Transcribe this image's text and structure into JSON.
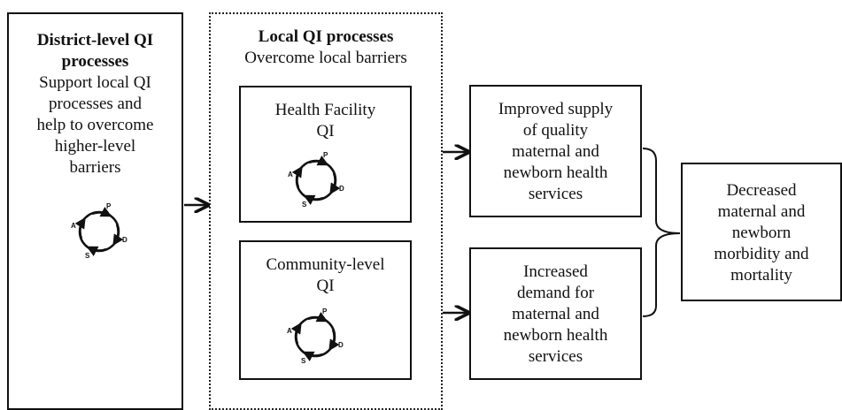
{
  "district": {
    "title": [
      "District-level QI",
      "processes"
    ],
    "text": [
      "Support local QI",
      "processes and",
      "help to overcome",
      "higher-level",
      "barriers"
    ]
  },
  "local": {
    "title": "Local QI processes",
    "subtitle": "Overcome local barriers",
    "facility": [
      "Health Facility",
      "QI"
    ],
    "community": [
      "Community-level",
      "QI"
    ]
  },
  "outcomes": {
    "supply": [
      "Improved supply",
      "of quality",
      "maternal and",
      "newborn health",
      "services"
    ],
    "demand": [
      "Increased",
      "demand for",
      "maternal and",
      "newborn health",
      "services"
    ],
    "final": [
      "Decreased",
      "maternal and",
      "newborn",
      "morbidity and",
      "mortality"
    ]
  },
  "pdsa_cycle": {
    "P": "P",
    "D": "D",
    "S": "S",
    "A": "A"
  }
}
